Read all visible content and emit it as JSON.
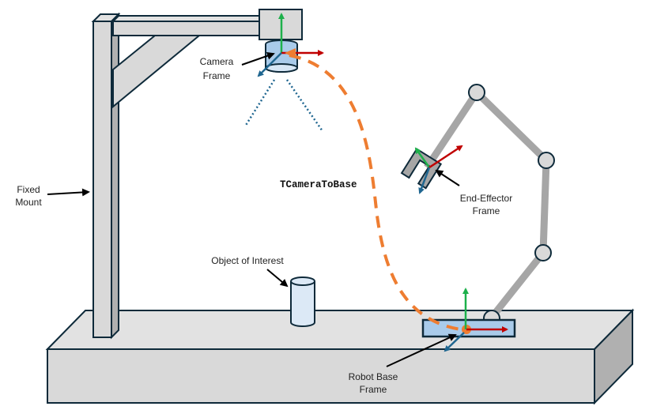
{
  "title": "Camera-to-robot-base calibration diagram",
  "labels": {
    "camera_frame": [
      "Camera",
      "Frame"
    ],
    "fixed_mount": [
      "Fixed",
      "Mount"
    ],
    "transform": "TCameraToBase",
    "end_effector_frame": [
      "End-Effector",
      "Frame"
    ],
    "object_of_interest": "Object of Interest",
    "robot_base_frame": [
      "Robot Base",
      "Frame"
    ]
  },
  "colors": {
    "outline": "#0e2a3a",
    "structure_fill": "#d9d9d9",
    "structure_top": "#e2e2e2",
    "structure_shade": "#b0b0b0",
    "glass_fill": "#a9cbea",
    "object_fill": "#dce9f6",
    "x_axis": "#c00000",
    "y_axis": "#1db04b",
    "z_axis": "#1f6690",
    "transform_path": "#ee7d31",
    "arm_link": "#a6a6a6",
    "joint_fill": "#d9d9d9"
  }
}
